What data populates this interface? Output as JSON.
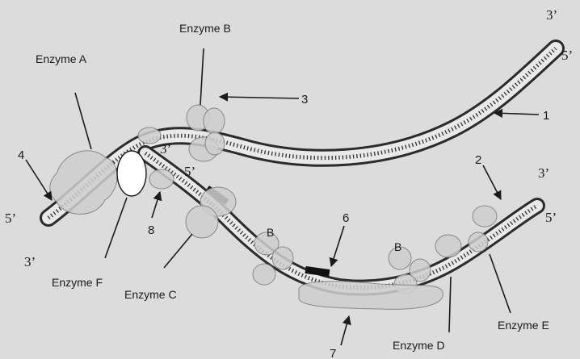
{
  "enzymes": {
    "a": "Enzyme A",
    "b": "Enzyme B",
    "c": "Enzyme C",
    "d": "Enzyme D",
    "e": "Enzyme E",
    "f": "Enzyme F",
    "b_small_1": "B",
    "b_small_2": "B"
  },
  "numbers": {
    "n1": "1",
    "n2": "2",
    "n3": "3",
    "n4": "4",
    "n6": "6",
    "n7": "7",
    "n8": "8"
  },
  "ends": {
    "top_right_3": "3’",
    "top_right_5": "5’",
    "left_5": "5’",
    "left_3": "3’",
    "fork_3": "3’",
    "fork_5": "5’",
    "right_3": "3’",
    "right_5": "5’"
  },
  "colors": {
    "background": "#dcdcdc",
    "ink": "#1a1a1a",
    "enzyme_fill": "#cfcfcf"
  }
}
